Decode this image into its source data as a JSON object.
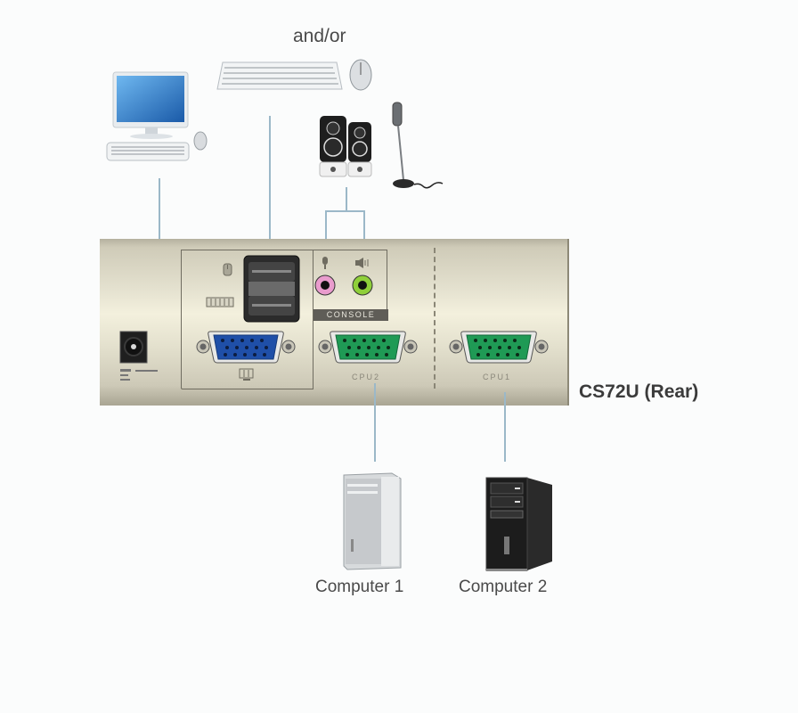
{
  "diagram": {
    "top_label": "and/or",
    "model_label": "CS72U (Rear)",
    "panel": {
      "console_label": "CONSOLE",
      "port_cpu2_label": "CPU2",
      "port_cpu1_label": "CPU1"
    },
    "devices": {
      "local_console": "desktop-monitor-keyboard-mouse",
      "usb_keyboard_mouse": "usb-keyboard-and-mouse",
      "audio": "speakers-and-microphone"
    },
    "computers": [
      {
        "label": "Computer 1",
        "style": "silver tower"
      },
      {
        "label": "Computer 2",
        "style": "black tower"
      }
    ],
    "colors": {
      "cable": "#9bb8c8",
      "vga_console": "#1f4fa8",
      "vga_cpu": "#1f9a55",
      "mic_jack": "#e99ccd",
      "speaker_jack": "#8fcf3a",
      "panel": "#e4e1cf"
    }
  }
}
